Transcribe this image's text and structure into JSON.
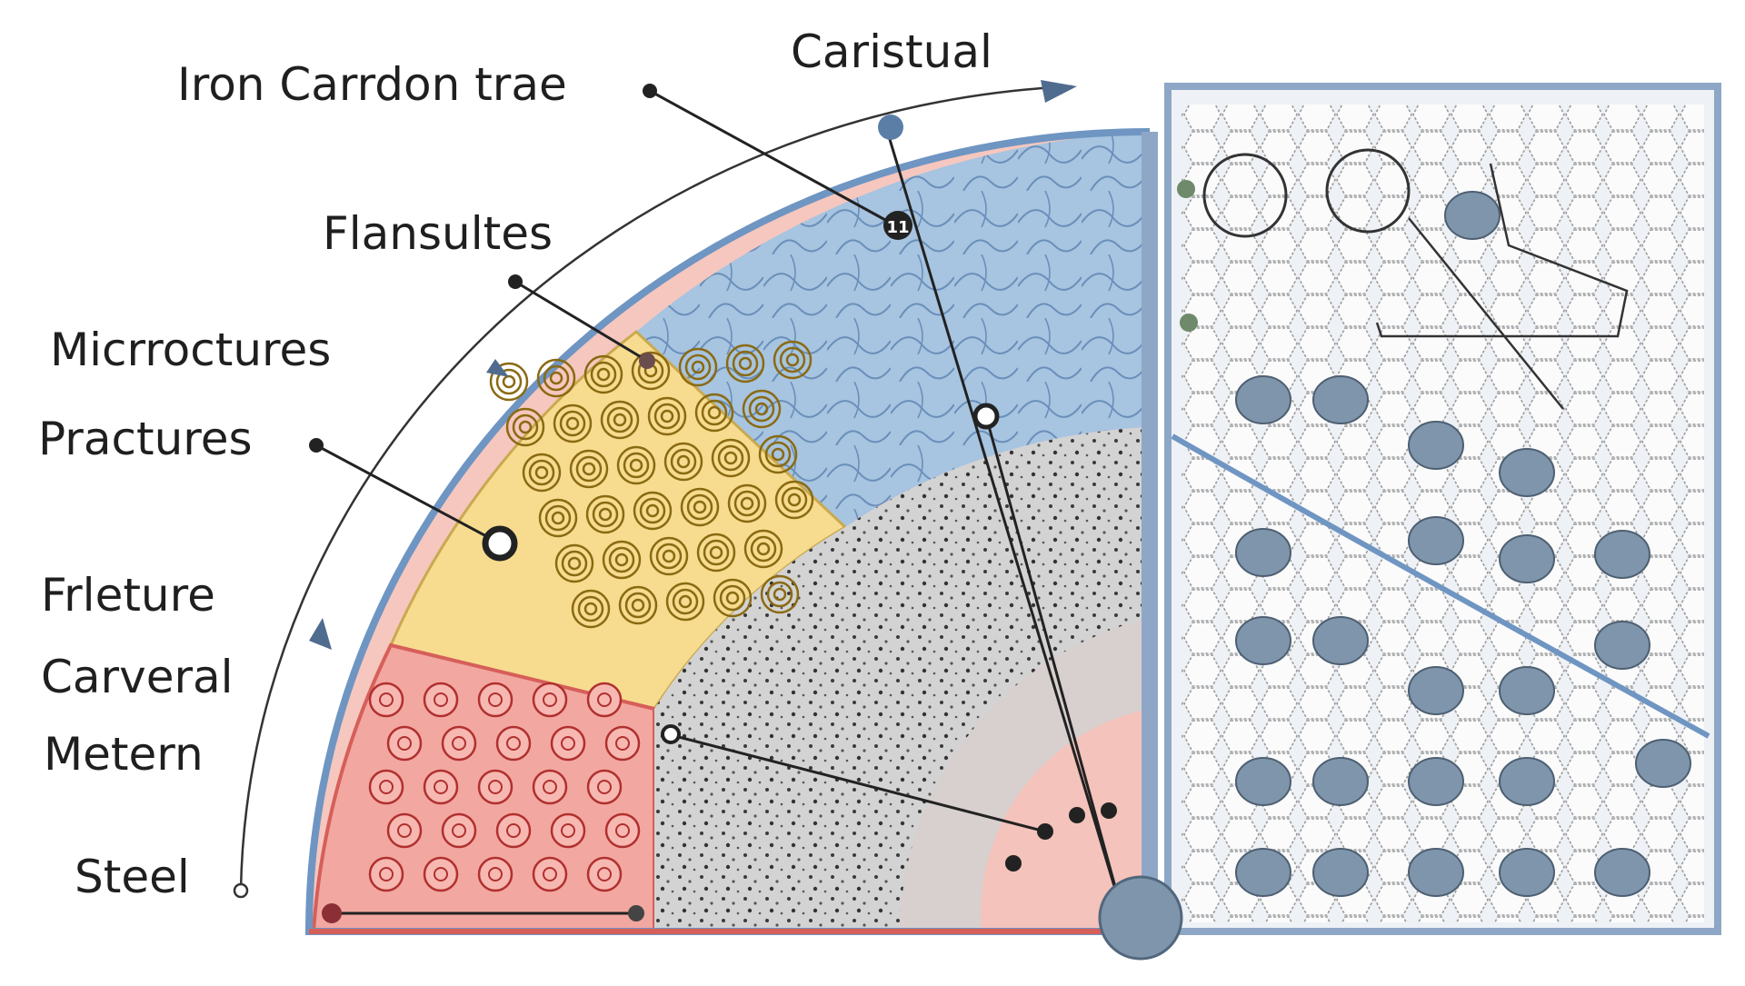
{
  "labels": {
    "iron_carbon": "Iron Carrdon trae",
    "caristual": "Caristual",
    "flansultes": "Flansultes",
    "micrroctures": "Micrroctures",
    "practures": "Practures",
    "fileture": "Frleture",
    "carveral": "Carveral",
    "metern": "Metern",
    "steel": "Steel",
    "marker_badge": "11"
  },
  "colors": {
    "red_zone": "#f2a7a0",
    "red_stroke": "#d65f5a",
    "yellow_zone": "#f7dc8f",
    "yellow_stroke": "#b99638",
    "blue_zone": "#a7c4e0",
    "blue_stroke": "#6f95c2",
    "gray_zone": "#cfcfcf",
    "pink_zone": "#f6c7bf",
    "panel_bg": "#f4f4f4",
    "panel_border": "#8fa7c6",
    "dot_fill": "#7f95ab",
    "line": "#222222"
  }
}
